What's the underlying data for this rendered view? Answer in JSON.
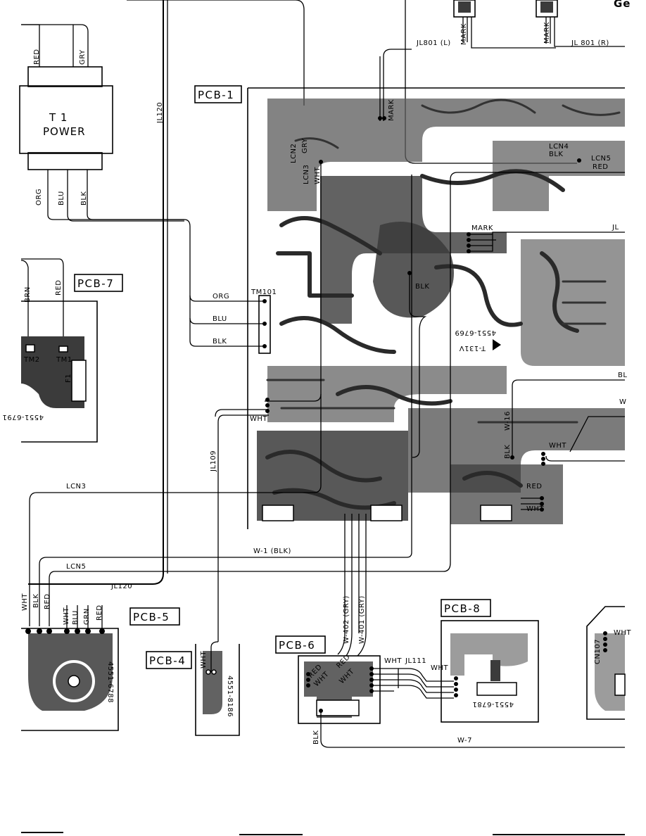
{
  "header": {
    "partial_title": "Ge"
  },
  "transformer": {
    "name": "T 1",
    "role": "POWER",
    "primary_leads": [
      "RED",
      "GRY"
    ],
    "secondary_leads": [
      "ORG",
      "BLU",
      "BLK"
    ]
  },
  "boards": {
    "pcb1": "PCB-1",
    "pcb4": "PCB-4",
    "pcb5": "PCB-5",
    "pcb6": "PCB-6",
    "pcb7": "PCB-7",
    "pcb8": "PCB-8"
  },
  "connectors": {
    "jl801_l": "JL801 (L)",
    "jl801_r": "JL 801 (R)",
    "jl120": "JL120",
    "jl109": "JL109",
    "jl111": "JL111",
    "tm101": "TM101",
    "tm1": "TM1",
    "tm2": "TM2",
    "lcn2": "LCN2",
    "lcn3": "LCN3",
    "lcn4": "LCN4",
    "lcn5": "LCN5",
    "cn107": "CN107",
    "w1": "W-1 (BLK)",
    "w16": "W-16",
    "w401": "W-401 (GRY)",
    "w402": "W-402 (GRY)",
    "w7": "W-7",
    "f1": "F1",
    "jl_partial": "JL"
  },
  "wire_labels": {
    "mark": "MARK",
    "red": "RED",
    "gry": "GRY",
    "org": "ORG",
    "blu": "BLU",
    "blk": "BLK",
    "wht": "WHT",
    "brn": "BRN",
    "grn": "GRN",
    "bl_partial": "BL",
    "w_partial": "W"
  },
  "board_codes": {
    "pcb1_code": "4551-6769",
    "pcb1_mark": "T-131V",
    "pcb7_code": "4551-6791",
    "pcb5_code": "4551-6788",
    "pcb4_code": "4551-8186",
    "pcb8_code": "4551-6781"
  }
}
